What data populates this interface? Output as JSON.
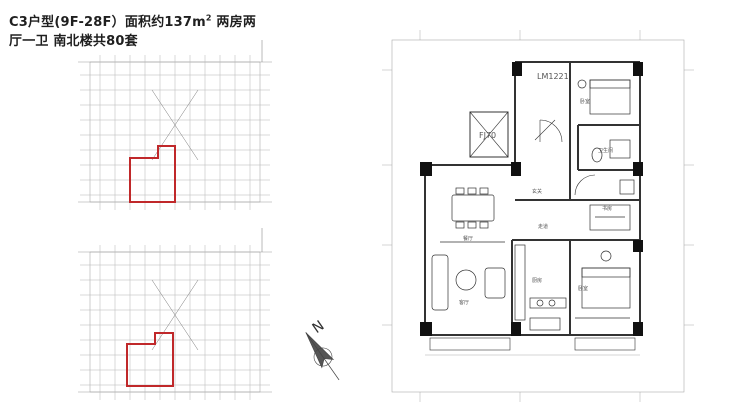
{
  "header": {
    "line1_prefix": "C3户型(9F-28F）面积约137m",
    "line1_sup": "2",
    "line1_suffix": " 两房两",
    "line2": "厅一卫 南北楼共80套"
  },
  "plan_labels": {
    "room_id": "LM1221",
    "north": "N",
    "bedroom_top": "卧室",
    "bedroom_bottom": "卧室",
    "dining": "餐厅",
    "living": "客厅",
    "kitchen": "厨房",
    "study": "书房",
    "bath": "卫生间",
    "entry": "玄关",
    "corridor": "走道"
  },
  "highlight_color": "#c0282a"
}
